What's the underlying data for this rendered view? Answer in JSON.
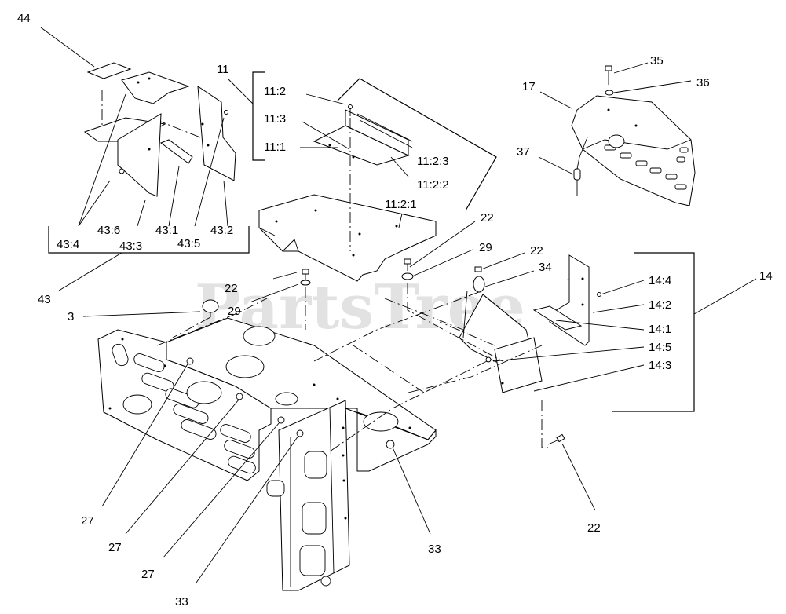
{
  "watermark": {
    "text": "PartsTree",
    "tm": "TM"
  },
  "labels": {
    "l44": "44",
    "l11": "11",
    "l11_2": "11:2",
    "l11_3": "11:3",
    "l11_1": "11:1",
    "l11_2_3": "11:2:3",
    "l11_2_2": "11:2:2",
    "l11_2_1": "11:2:1",
    "l17": "17",
    "l35": "35",
    "l36": "36",
    "l37": "37",
    "l43_6": "43:6",
    "l43_1": "43:1",
    "l43_2": "43:2",
    "l43_4": "43:4",
    "l43_3": "43:3",
    "l43_5": "43:5",
    "l43": "43",
    "l22_a": "22",
    "l29_a": "29",
    "l22_b": "22",
    "l29_b": "29",
    "l22_c": "22",
    "l34": "34",
    "l14": "14",
    "l14_4": "14:4",
    "l14_2": "14:2",
    "l14_1": "14:1",
    "l14_5": "14:5",
    "l14_3": "14:3",
    "l3": "3",
    "l27_a": "27",
    "l27_b": "27",
    "l27_c": "27",
    "l33_a": "33",
    "l33_b": "33",
    "l22_d": "22"
  }
}
